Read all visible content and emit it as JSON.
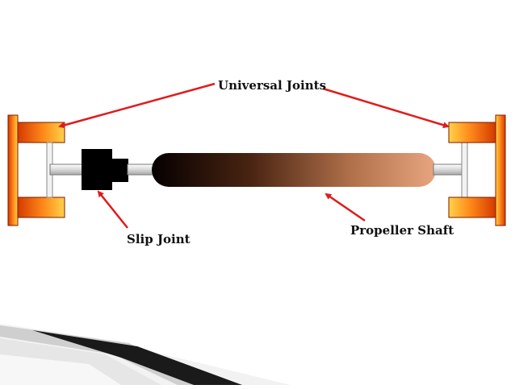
{
  "labels": {
    "universal_joints": "Universal Joints",
    "slip_joint": "Slip Joint",
    "propeller_shaft": "Propeller Shaft"
  },
  "colors": {
    "arrow": "#e01b1b",
    "joint_light": "#ffd24a",
    "joint_dark": "#d43a00",
    "shaft_dark": "#050000",
    "shaft_light": "#e8a580",
    "slip_block": "#000000",
    "rod": "#e8e8e8"
  }
}
